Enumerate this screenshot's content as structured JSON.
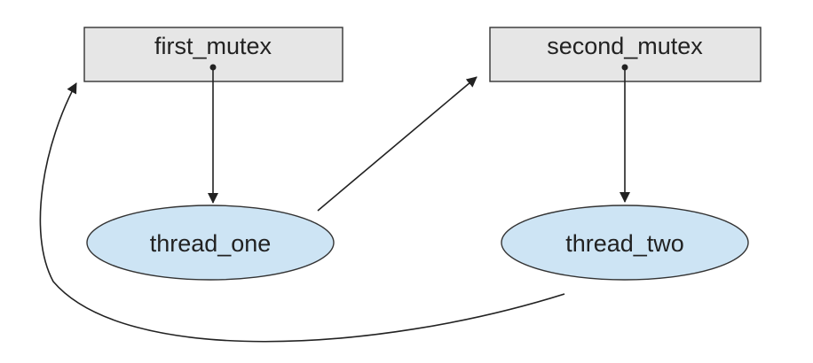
{
  "nodes": {
    "first_mutex": {
      "label": "first_mutex",
      "shape": "rectangle"
    },
    "second_mutex": {
      "label": "second_mutex",
      "shape": "rectangle"
    },
    "thread_one": {
      "label": "thread_one",
      "shape": "ellipse"
    },
    "thread_two": {
      "label": "thread_two",
      "shape": "ellipse"
    }
  },
  "edges": [
    {
      "from": "first_mutex",
      "to": "thread_one"
    },
    {
      "from": "thread_one",
      "to": "second_mutex"
    },
    {
      "from": "second_mutex",
      "to": "thread_two"
    },
    {
      "from": "thread_two",
      "to": "first_mutex"
    }
  ],
  "colors": {
    "mutex_fill": "#e6e6e6",
    "thread_fill": "#cde4f4",
    "stroke": "#222222"
  }
}
